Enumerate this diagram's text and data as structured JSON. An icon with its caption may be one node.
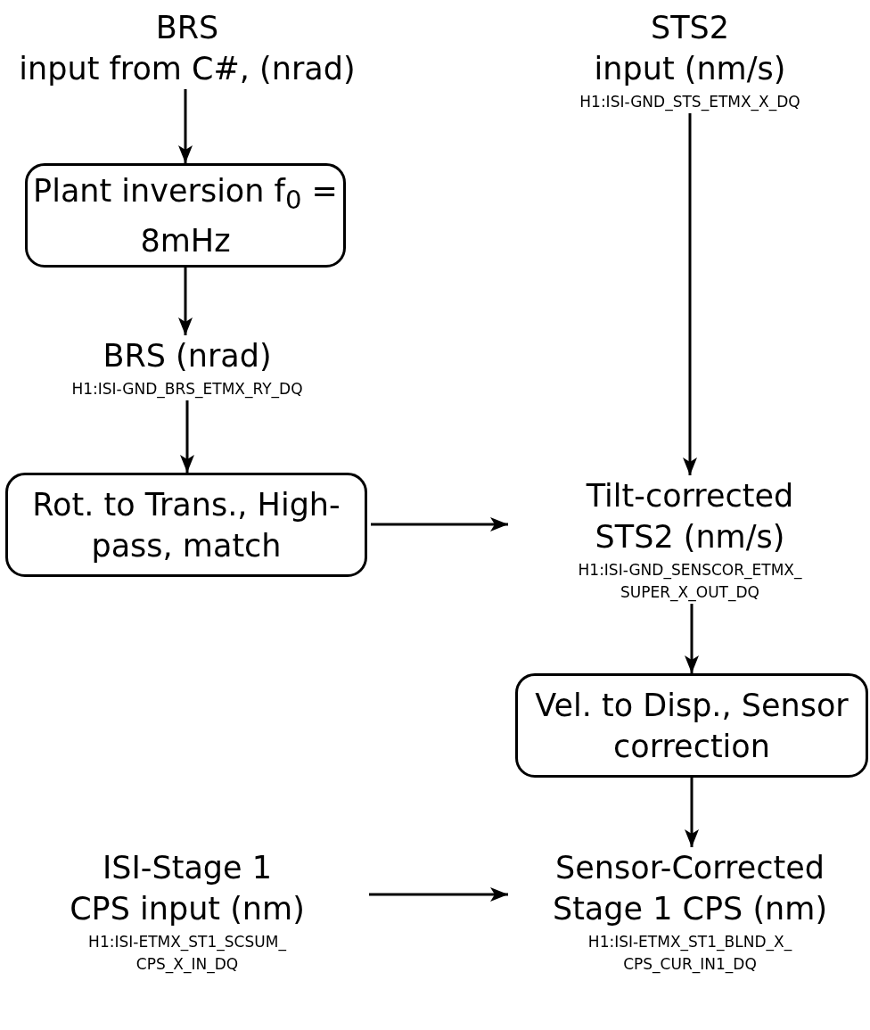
{
  "diagram": {
    "nodes": [
      {
        "text": [
          "BRS input from C#, (nrad)"
        ]
      },
      {
        "text": [
          "Plant inversion f$_{0}$ = 8mHz"
        ]
      },
      {
        "text": [
          "BRS (nrad)",
          "H1:ISI-GND_BRS_ETMX_RY_DQ"
        ]
      },
      {
        "text": [
          "Rot. to Trans., High-pass, match"
        ]
      },
      {
        "text": [
          "STS2 input (nm/s)",
          "H1:ISI-GND_STS_ETMX_X_DQ"
        ]
      },
      {
        "text": [
          "Tilt-corrected STS2 (nm/s)",
          "H1:ISI-GND_SENSCOR_ETMX_ SUPER_X_OUT_DQ"
        ]
      },
      {
        "text": [
          "Vel. to Disp., Sensor correction"
        ]
      },
      {
        "text": [
          "ISI-Stage 1 CPS input (nm)",
          "H1:ISI-ETMX_ST1_SCSUM_ CPS_X_IN_DQ"
        ]
      },
      {
        "text": [
          "Sensor-Corrected Stage 1 CPS (nm)",
          "H1:ISI-ETMX_ST1_BLND_X_ CPS_CUR_IN1_DQ"
        ]
      }
    ],
    "edges": [
      {
        "from": 0,
        "to": 1,
        "arrow": "to"
      },
      {
        "from": 1,
        "to": 2,
        "arrow": "to"
      },
      {
        "from": 2,
        "to": 3,
        "arrow": "to"
      },
      {
        "from": 3,
        "to": 5,
        "arrow": "to"
      },
      {
        "from": 4,
        "to": 5,
        "arrow": "to"
      },
      {
        "from": 5,
        "to": 6,
        "arrow": "to"
      },
      {
        "from": 6,
        "to": 8,
        "arrow": "to"
      },
      {
        "from": 7,
        "to": 8,
        "arrow": "to"
      }
    ]
  }
}
